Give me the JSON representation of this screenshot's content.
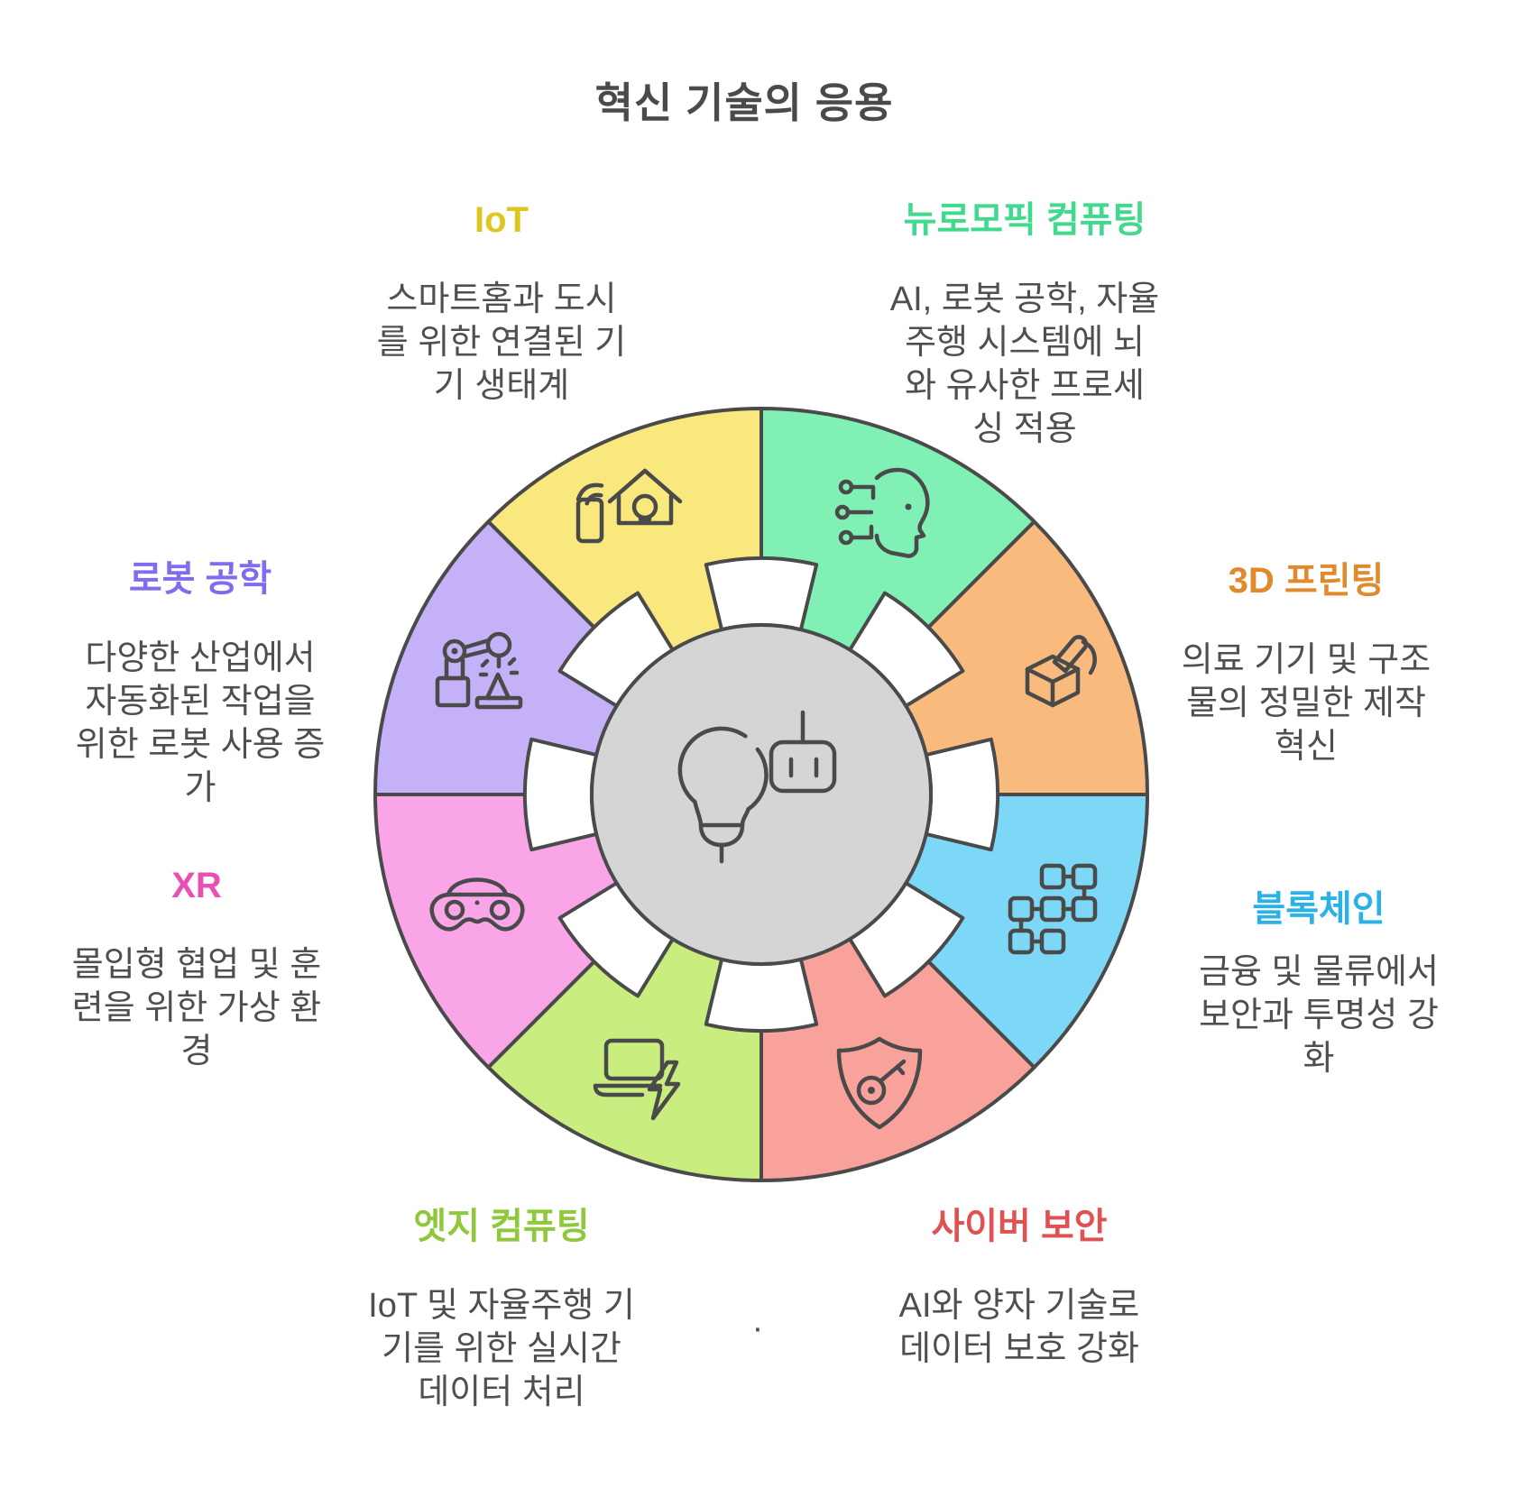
{
  "title": "혁신 기술의 응용",
  "separator_dot": "·",
  "colors": {
    "background": "#ffffff",
    "outline": "#4a4a4a",
    "title_text": "#4a4a4a",
    "desc_text": "#4f4f4f",
    "center_fill": "#d5d5d5",
    "notch_fill": "#ffffff"
  },
  "center": {
    "fill": "#d5d5d5",
    "icons": [
      "lightbulb-icon",
      "robot-head-icon"
    ]
  },
  "wheel": {
    "boundary_angles": [
      90,
      45,
      0,
      -45,
      -90,
      -135,
      180,
      135
    ],
    "segments": [
      {
        "id": "iot",
        "angles": [
          90,
          135
        ],
        "color": "#f9e87d",
        "title": "IoT",
        "title_color": "#ddc71d",
        "icon": "smart-home-phone-icon",
        "desc_lines": [
          "스마트홈과 도시",
          "를 위한 연결된 기",
          "기 생태계"
        ]
      },
      {
        "id": "neuromorphic",
        "angles": [
          45,
          90
        ],
        "color": "#80f0b5",
        "title": "뉴로모픽 컴퓨팅",
        "title_color": "#41d98e",
        "icon": "brain-circuit-head-icon",
        "desc_lines": [
          "AI, 로봇 공학, 자율",
          "주행 시스템에 뇌",
          "와 유사한 프로세",
          "싱 적용"
        ]
      },
      {
        "id": "printing3d",
        "angles": [
          0,
          45
        ],
        "color": "#f9ba7d",
        "title": "3D 프린팅",
        "title_color": "#e08a2e",
        "icon": "printer-pen-cube-icon",
        "desc_lines": [
          "의료 기기 및 구조",
          "물의 정밀한 제작",
          "혁신"
        ]
      },
      {
        "id": "blockchain",
        "angles": [
          -45,
          0
        ],
        "color": "#7dd8f7",
        "title": "블록체인",
        "title_color": "#2ab2e8",
        "icon": "linked-blocks-icon",
        "desc_lines": [
          "금융 및 물류에서",
          "보안과 투명성 강",
          "화"
        ]
      },
      {
        "id": "cybersecurity",
        "angles": [
          -90,
          -45
        ],
        "color": "#f9a19b",
        "title": "사이버 보안",
        "title_color": "#e05151",
        "icon": "shield-key-icon",
        "desc_lines": [
          "AI와 양자 기술로",
          "데이터 보호 강화"
        ]
      },
      {
        "id": "edge",
        "angles": [
          -135,
          -90
        ],
        "color": "#c9ee7f",
        "title": "엣지 컴퓨팅",
        "title_color": "#90c83c",
        "icon": "laptop-bolt-icon",
        "desc_lines": [
          "IoT 및 자율주행 기",
          "기를 위한 실시간",
          "데이터 처리"
        ]
      },
      {
        "id": "xr",
        "angles": [
          -180,
          -135
        ],
        "color": "#faa5e8",
        "title": "XR",
        "title_color": "#e850b4",
        "icon": "vr-headset-icon",
        "desc_lines": [
          "몰입형 협업 및 훈",
          "련을 위한 가상 환",
          "경"
        ]
      },
      {
        "id": "robotics",
        "angles": [
          135,
          180
        ],
        "color": "#c5b1f8",
        "title": "로봇 공학",
        "title_color": "#7f6cef",
        "icon": "robot-arm-icon",
        "desc_lines": [
          "다양한 산업에서",
          "자동화된 작업을",
          "위한 로봇 사용 증",
          "가"
        ]
      }
    ]
  }
}
